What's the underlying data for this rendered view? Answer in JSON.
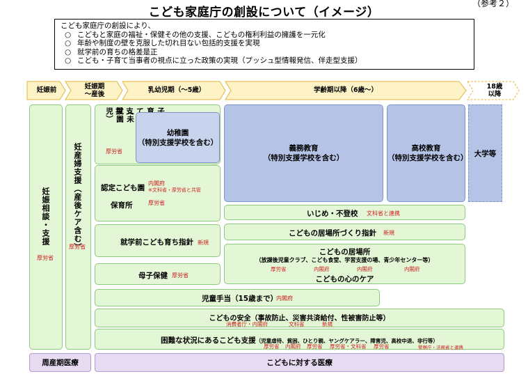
{
  "header": {
    "title": "こども家庭庁の創設について（イメージ）",
    "ref": "（参考２）"
  },
  "intro": {
    "lead": "こども家庭庁の創設により、",
    "bullet": "○",
    "points": [
      "こどもと家庭の福祉・保健その他の支援、こどもの権利利益の擁護を一元化",
      "年齢や制度の壁を克服した切れ目ない包括的支援を実現",
      "就学前の育ちの格差是正",
      "こども・子育て当事者の視点に立った政策の実現（プッシュ型情報発信、伴走型支援）"
    ]
  },
  "stages": {
    "s1": "妊娠前",
    "s2_l1": "妊娠期",
    "s2_l2": "～産後",
    "s3": "乳幼児期（～5歳）",
    "s4": "学齢期以降（6歳～）",
    "s5_l1": "18歳",
    "s5_l2": "以降"
  },
  "boxes": {
    "pregnancy_consult": "妊娠相談・支援",
    "pregnancy_consult_ministry": "厚労省",
    "maternity_support": "妊産婦支援（産後ケア含む）",
    "maternity_support_ministry": "厚労省",
    "childcare_unenrolled_a": "子育て支援",
    "childcare_unenrolled_b": "（未就園児）",
    "childcare_unenrolled_ministry": "厚労省",
    "kindergarten_l1": "幼稚園",
    "kindergarten_l2": "（特別支援学校を含む）",
    "certified_kodomoen": "認定こども園",
    "certified_ministry": "内閣府",
    "certified_note": "※文科省・厚労省と共管",
    "nursery": "保育所",
    "nursery_ministry": "厚労省",
    "preschool_guideline": "就学前こども育ち指針",
    "preschool_guideline_tag": "新規",
    "maternal_health": "母子保健",
    "maternal_health_ministry": "厚労省",
    "compulsory_edu_l1": "義務教育",
    "compulsory_edu_l2": "（特別支援学校を含む）",
    "high_school_l1": "高校教育",
    "high_school_l2": "（特別支援学校を含む）",
    "university": "大学等",
    "bullying": "いじめ・不登校",
    "bullying_note": "文科省と連携",
    "ibasho_making": "こどもの居場所づくり指針",
    "ibasho_making_tag": "新規",
    "ibasho_title": "こどもの居場所",
    "ibasho_sub": "（放課後児童クラブ、こども食堂、学習支援の場、青少年センター等）",
    "ibasho_m1": "厚労省",
    "ibasho_m2": "内閣府",
    "ibasho_m3": "内閣府",
    "ibasho_m4": "内閣府",
    "mental_care": "こどもの心のケア",
    "child_allowance": "児童手当（15歳まで）",
    "child_allowance_ministry": "内閣府",
    "child_safety": "こどもの安全（事故防止、災害共済給付、性被害防止等）",
    "safety_m1": "消費者庁・内閣府",
    "safety_m2": "文科省",
    "safety_m3": "新規",
    "difficult_title": "困難な状況にあるこども支援",
    "difficult_sub": "（児童虐待、貧困、ひとり親、ヤングケアラー、障害児、高校中退、非行等）",
    "diff_m1": "厚労省",
    "diff_m2": "内閣府",
    "diff_m3": "厚労省",
    "diff_m4": "厚労省・文科省",
    "diff_m5": "厚労省",
    "diff_m6": "警察庁・法務省と連携",
    "perinatal_medical": "周産期医療",
    "child_medical": "こどもに対する医療"
  }
}
